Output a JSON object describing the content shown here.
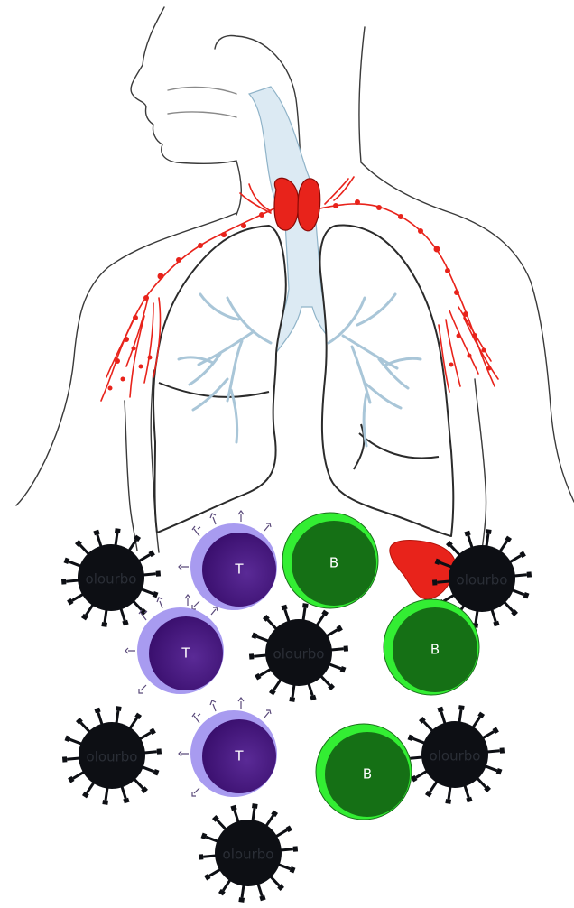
{
  "illustration": {
    "subject": "human upper body with lungs, airway and lymphatic system",
    "colors": {
      "outline": "#3a3a3a",
      "airway": "#dceaf3",
      "airway_stroke": "#8fb3c8",
      "lymph": "#e8231b",
      "virus": "#0d0f14",
      "t_outer": "#a89bf0",
      "t_inner": "#4a1a82",
      "b_outer": "#33ee33",
      "b_inner": "#157015",
      "spleen": "#e8231b"
    }
  },
  "cells": {
    "t_label": "T",
    "b_label": "B"
  },
  "viruses": {
    "watermark": "olourbo"
  }
}
